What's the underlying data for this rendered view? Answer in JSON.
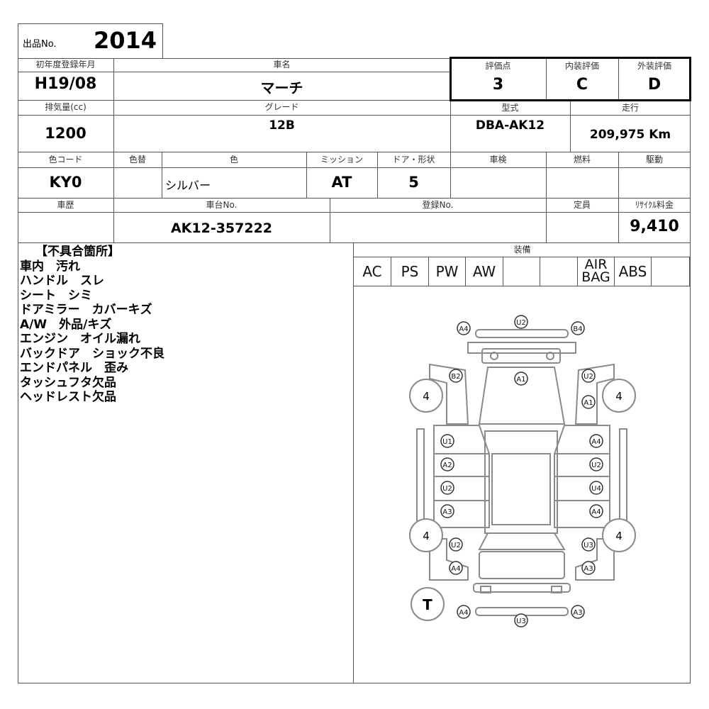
{
  "lot": {
    "label": "出品No.",
    "number": "2014"
  },
  "row1": {
    "reg_label": "初年度登録年月",
    "reg_value": "H19/08",
    "name_label": "車名",
    "name_value": "マーチ",
    "score_label": "評価点",
    "score_value": "3",
    "interior_label": "内装評価",
    "interior_value": "C",
    "exterior_label": "外装評価",
    "exterior_value": "D"
  },
  "row2": {
    "cc_label": "排気量(cc)",
    "cc_value": "1200",
    "grade_label": "グレード",
    "grade_value": "12B",
    "model_label": "型式",
    "model_value": "DBA-AK12",
    "mileage_label": "走行",
    "mileage_value": "209,975 Km"
  },
  "row3": {
    "colorcode_label": "色コード",
    "colorcode_value": "KY0",
    "recolor_label": "色替",
    "recolor_value": "",
    "color_label": "色",
    "color_value": "シルバー",
    "mission_label": "ミッション",
    "mission_value": "AT",
    "door_label": "ドア・形状",
    "door_value": "5",
    "inspection_label": "車検",
    "inspection_value": "",
    "fuel_label": "燃料",
    "fuel_value": "",
    "drive_label": "駆動",
    "drive_value": ""
  },
  "row4": {
    "history_label": "車歴",
    "history_value": "",
    "chassis_label": "車台No.",
    "chassis_value": "AK12-357222",
    "regno_label": "登録No.",
    "regno_value": "",
    "capacity_label": "定員",
    "capacity_value": "",
    "recycle_label": "ﾘｻｲｸﾙ料金",
    "recycle_value": "9,410"
  },
  "defects": {
    "title": "【不具合箇所】",
    "items": [
      "車内　汚れ",
      "ハンドル　スレ",
      "シート　シミ",
      "ドアミラー　カバーキズ",
      "A/W　外品/キズ",
      "エンジン　オイル漏れ",
      "バックドア　ショック不良",
      "エンドパネル　歪み",
      "タッシュフタ欠品",
      "ヘッドレスト欠品"
    ]
  },
  "equipment": {
    "label": "装備",
    "items": [
      "AC",
      "PS",
      "PW",
      "AW",
      "",
      "",
      "AIR BAG",
      "ABS",
      ""
    ]
  },
  "diagram": {
    "marks": [
      "A4",
      "U2",
      "B4",
      "B2",
      "A1",
      "U2",
      "A1",
      "U1",
      "A2",
      "U2",
      "A3",
      "A4",
      "U2",
      "U4",
      "A4",
      "U2",
      "A4",
      "U3",
      "A3",
      "A4",
      "A3",
      "U3"
    ],
    "tires": [
      "4",
      "4",
      "4",
      "4"
    ],
    "spare": "T"
  }
}
